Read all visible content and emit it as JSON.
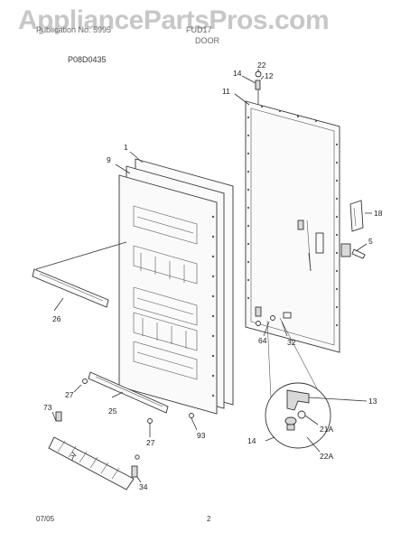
{
  "header": {
    "left": "Publication No. 5995",
    "center": "DOOR",
    "center_top": "FUD17",
    "watermark": "AppliancePartsPros.com"
  },
  "diagram_code": "P08D0435",
  "labels": {
    "l1": "1",
    "l9": "9",
    "l11": "11",
    "l12": "12",
    "l14a": "14",
    "l22": "22",
    "l18": "18",
    "l5": "5",
    "l26": "26",
    "l64": "64",
    "l32": "32",
    "l27a": "27",
    "l25": "25",
    "l73": "73",
    "l7": "7",
    "l27b": "27",
    "l93": "93",
    "l34": "34",
    "l13": "13",
    "l21a": "21A",
    "l14b": "14",
    "l22a": "22A"
  },
  "footer": {
    "date": "07/05",
    "page": "2"
  }
}
